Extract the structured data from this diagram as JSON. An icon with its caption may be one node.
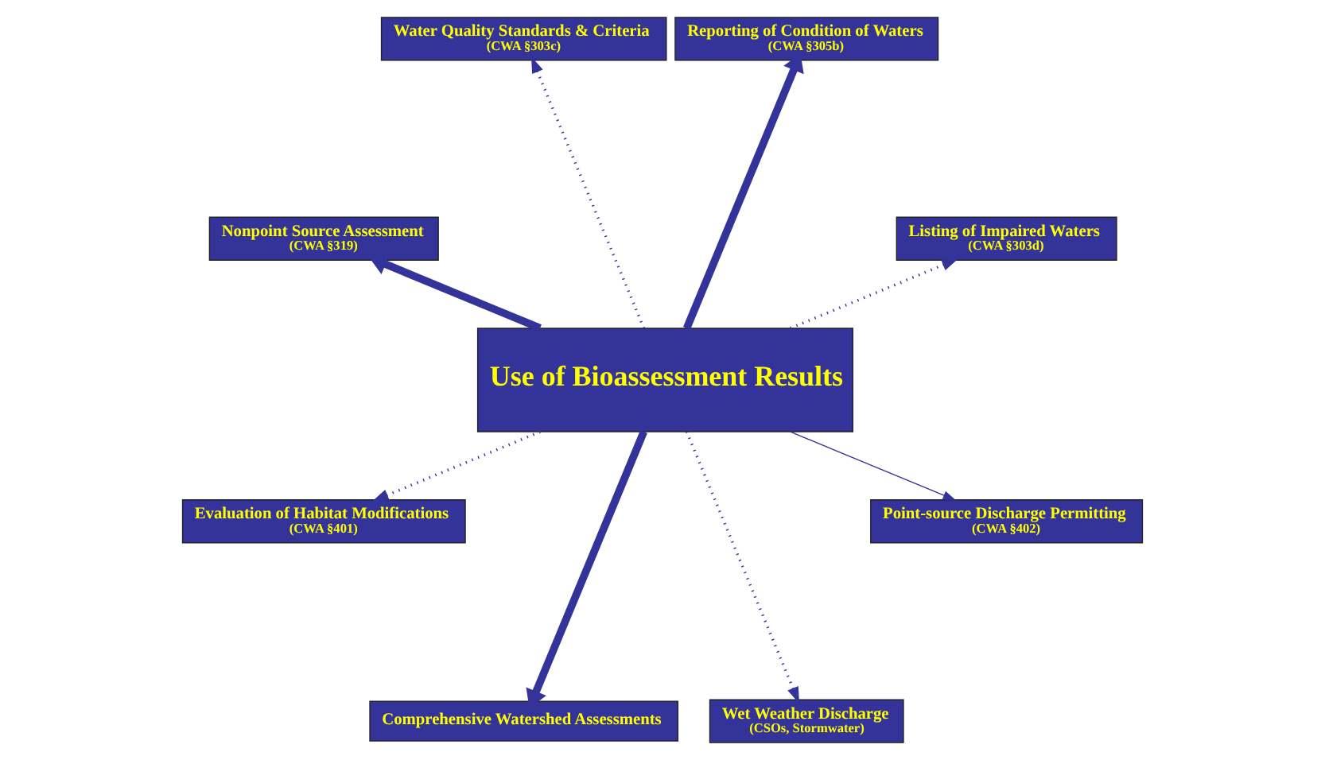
{
  "diagram": {
    "nodes": [
      {
        "text": [
          "Listing of Impaired Waters",
          "(CWA §303d)"
        ]
      },
      {
        "text": [
          "Reporting of Condition of Waters",
          "(CWA §305b)"
        ]
      },
      {
        "text": [
          "Water Quality Standards & Criteria",
          "(CWA §303c)"
        ]
      },
      {
        "text": [
          "Use of Bioassessment Results"
        ]
      },
      {
        "text": [
          "Nonpoint Source Assessment",
          "(CWA §319)"
        ]
      },
      {
        "text": [
          "Evaluation of Habitat Modifications",
          "(CWA §401)"
        ]
      },
      {
        "text": [
          "Comprehensive Watershed Assessments"
        ]
      },
      {
        "text": [
          "Wet Weather Discharge",
          "(CSOs, Stormwater)"
        ]
      },
      {
        "text": [
          "Point-source Discharge Permitting",
          "(CWA §402)"
        ]
      }
    ],
    "edges": [
      {
        "from": 3,
        "to": 0,
        "arrow": "to",
        "style": "dashed"
      },
      {
        "from": 3,
        "to": 1,
        "arrow": "to",
        "style": "thick"
      },
      {
        "from": 3,
        "to": 2,
        "arrow": "to",
        "style": "dashed"
      },
      {
        "from": 3,
        "to": 4,
        "arrow": "to",
        "style": "thick"
      },
      {
        "from": 3,
        "to": 5,
        "arrow": "to",
        "style": "dashed"
      },
      {
        "from": 3,
        "to": 6,
        "arrow": "to",
        "style": "thick"
      },
      {
        "from": 3,
        "to": 7,
        "arrow": "to",
        "style": "dashed"
      },
      {
        "from": 3,
        "to": 8,
        "arrow": "to"
      }
    ]
  }
}
